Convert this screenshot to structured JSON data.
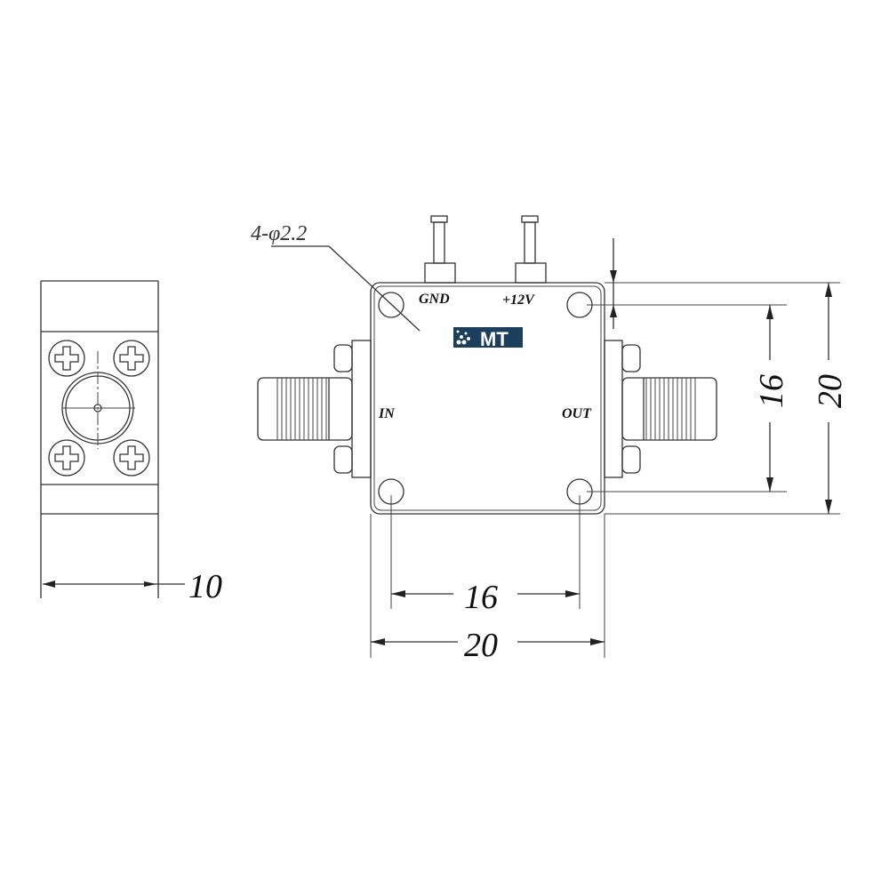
{
  "drawing": {
    "hole_note": "4-φ2.2",
    "pin_labels": {
      "gnd": "GND",
      "power": "+12V"
    },
    "port_labels": {
      "input": "IN",
      "output": "OUT"
    },
    "logo_text": "MT",
    "dimensions": {
      "side_width": "10",
      "hole_spacing_horizontal": "16",
      "body_width": "20",
      "hole_spacing_vertical": "16",
      "body_height": "20"
    },
    "colors": {
      "logo": "#1b3f5c",
      "line": "#333333"
    }
  }
}
